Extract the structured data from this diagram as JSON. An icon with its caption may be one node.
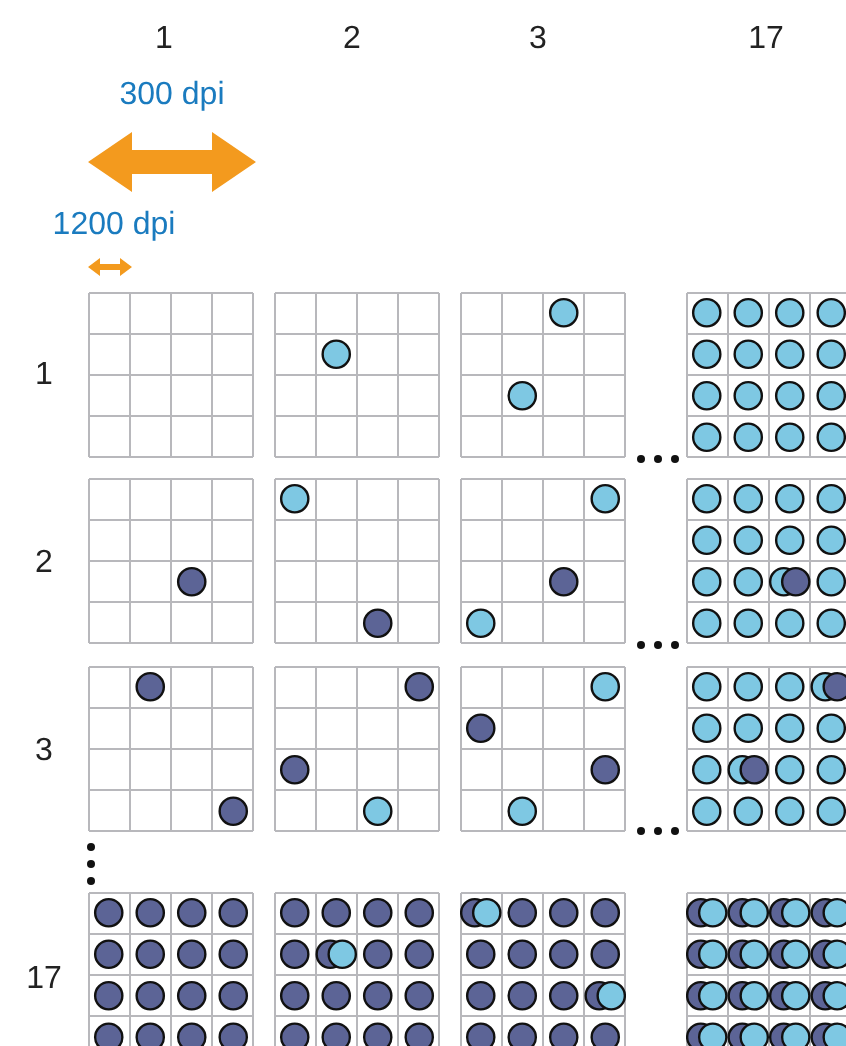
{
  "diagram": {
    "labels": [
      "1",
      "2",
      "3",
      "17",
      "300 dpi",
      "1200 dpi",
      "1",
      "2",
      "3",
      "17"
    ]
  }
}
